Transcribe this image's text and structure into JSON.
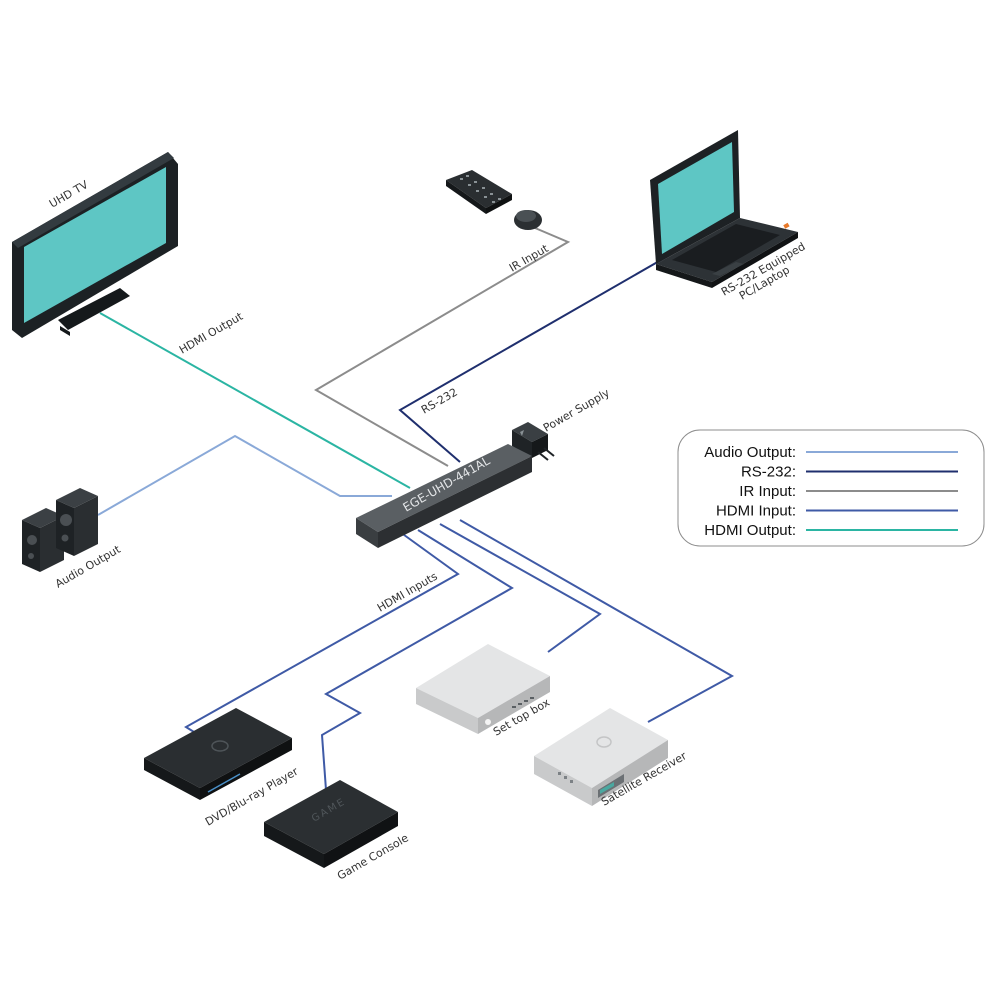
{
  "devices": {
    "tv": "UHD TV",
    "ir": "IR Input",
    "pc_line1": "RS-232 Equipped",
    "pc_line2": "PC/Laptop",
    "power": "Power Supply",
    "hub": "EGE-UHD-441AL",
    "speakers": "Audio Output",
    "dvd": "DVD/Blu-ray Player",
    "console": "Game Console",
    "console_brand": "GAME",
    "stb": "Set top box",
    "sat": "Satellite Receiver"
  },
  "cable_labels": {
    "hdmi_output": "HDMI Output",
    "rs232": "RS-232",
    "hdmi_inputs": "HDMI Inputs"
  },
  "legend": {
    "items": [
      {
        "label": "Audio Output:",
        "color": "#8aa9d8"
      },
      {
        "label": "RS-232:",
        "color": "#1f2f6e"
      },
      {
        "label": "IR Input:",
        "color": "#8c8c8c"
      },
      {
        "label": "HDMI Input:",
        "color": "#3f5aa6"
      },
      {
        "label": "HDMI Output:",
        "color": "#2bb5a3"
      }
    ]
  }
}
